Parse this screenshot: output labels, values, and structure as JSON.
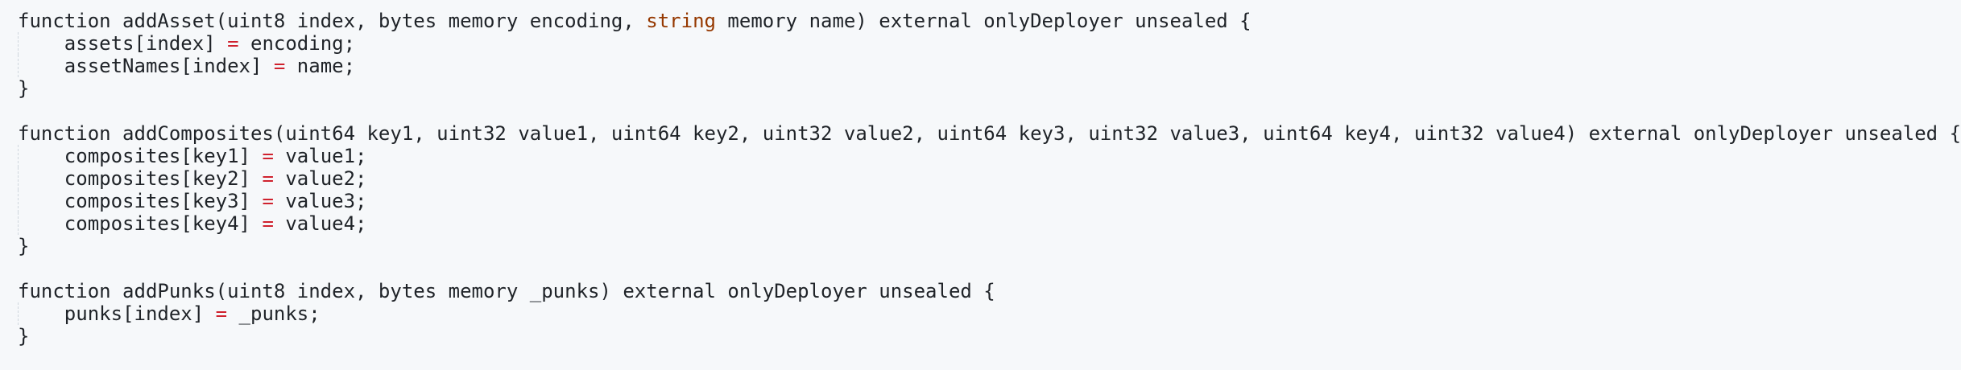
{
  "code": {
    "lines": [
      [
        {
          "t": "function addAsset(uint8 index, bytes memory encoding, ",
          "k": "plain"
        },
        {
          "t": "string",
          "k": "type"
        },
        {
          "t": " memory name) external onlyDeployer unsealed {",
          "k": "plain"
        }
      ],
      [
        {
          "t": "    assets[index] ",
          "k": "plain"
        },
        {
          "t": "=",
          "k": "op"
        },
        {
          "t": " encoding;",
          "k": "plain"
        }
      ],
      [
        {
          "t": "    assetNames[index] ",
          "k": "plain"
        },
        {
          "t": "=",
          "k": "op"
        },
        {
          "t": " name;",
          "k": "plain"
        }
      ],
      [
        {
          "t": "}",
          "k": "plain"
        }
      ],
      [],
      [
        {
          "t": "function addComposites(uint64 key1, uint32 value1, uint64 key2, uint32 value2, uint64 key3, uint32 value3, uint64 key4, uint32 value4) external onlyDeployer unsealed {",
          "k": "plain"
        }
      ],
      [
        {
          "t": "    composites[key1] ",
          "k": "plain"
        },
        {
          "t": "=",
          "k": "op"
        },
        {
          "t": " value1;",
          "k": "plain"
        }
      ],
      [
        {
          "t": "    composites[key2] ",
          "k": "plain"
        },
        {
          "t": "=",
          "k": "op"
        },
        {
          "t": " value2;",
          "k": "plain"
        }
      ],
      [
        {
          "t": "    composites[key3] ",
          "k": "plain"
        },
        {
          "t": "=",
          "k": "op"
        },
        {
          "t": " value3;",
          "k": "plain"
        }
      ],
      [
        {
          "t": "    composites[key4] ",
          "k": "plain"
        },
        {
          "t": "=",
          "k": "op"
        },
        {
          "t": " value4;",
          "k": "plain"
        }
      ],
      [
        {
          "t": "}",
          "k": "plain"
        }
      ],
      [],
      [
        {
          "t": "function addPunks(uint8 index, bytes memory _punks) external onlyDeployer unsealed {",
          "k": "plain"
        }
      ],
      [
        {
          "t": "    punks[index] ",
          "k": "plain"
        },
        {
          "t": "=",
          "k": "op"
        },
        {
          "t": " _punks;",
          "k": "plain"
        }
      ],
      [
        {
          "t": "}",
          "k": "plain"
        }
      ]
    ]
  }
}
